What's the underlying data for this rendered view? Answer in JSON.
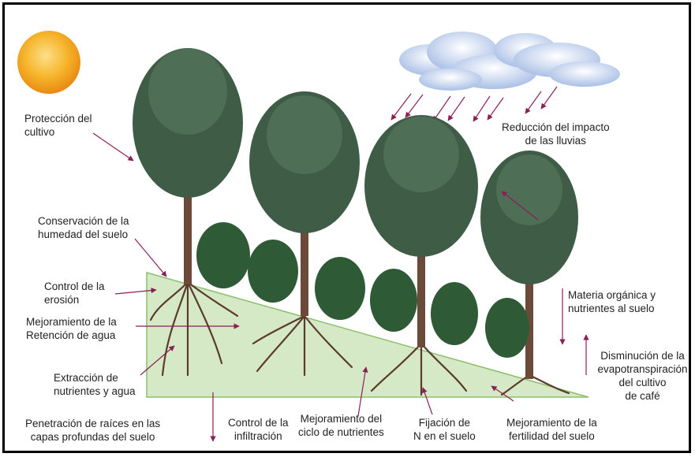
{
  "labels": {
    "proteccion": [
      "Protección del",
      "cultivo"
    ],
    "reduccion": [
      "Reducción del impacto",
      "de las lluvias"
    ],
    "conservacion": [
      "Conservación de la",
      "humedad del suelo"
    ],
    "control_erosion": [
      "Control de la",
      "erosión"
    ],
    "retencion": [
      "Mejoramiento de la",
      "Retención de agua"
    ],
    "materia": [
      "Materia orgánica y",
      "nutrientes al suelo"
    ],
    "extraccion": [
      "Extracción de",
      "nutrientes y agua"
    ],
    "evapo": [
      "Disminución de la",
      "evapotranspiración",
      "del cultivo",
      "de café"
    ],
    "penetracion": [
      "Penetración de raíces en las",
      "capas profundas del suelo"
    ],
    "infiltracion": [
      "Control de la",
      "infiltración"
    ],
    "ciclo": [
      "Mejoramiento del",
      "ciclo de nutrientes"
    ],
    "fijacion": [
      "Fijación de",
      "N en el suelo"
    ],
    "fertilidad": [
      "Mejoramiento de la",
      "fertilidad del suelo"
    ]
  },
  "colors": {
    "soil": "#d6e9c6",
    "arrow": "#8a1f55",
    "foliage": "#3f5c47",
    "trunk": "#6b4a3a",
    "sun": "#f2a31b"
  },
  "icons": [
    "sun-icon",
    "cloud-icon",
    "rain-arrows",
    "shade-tree",
    "coffee-plant"
  ]
}
